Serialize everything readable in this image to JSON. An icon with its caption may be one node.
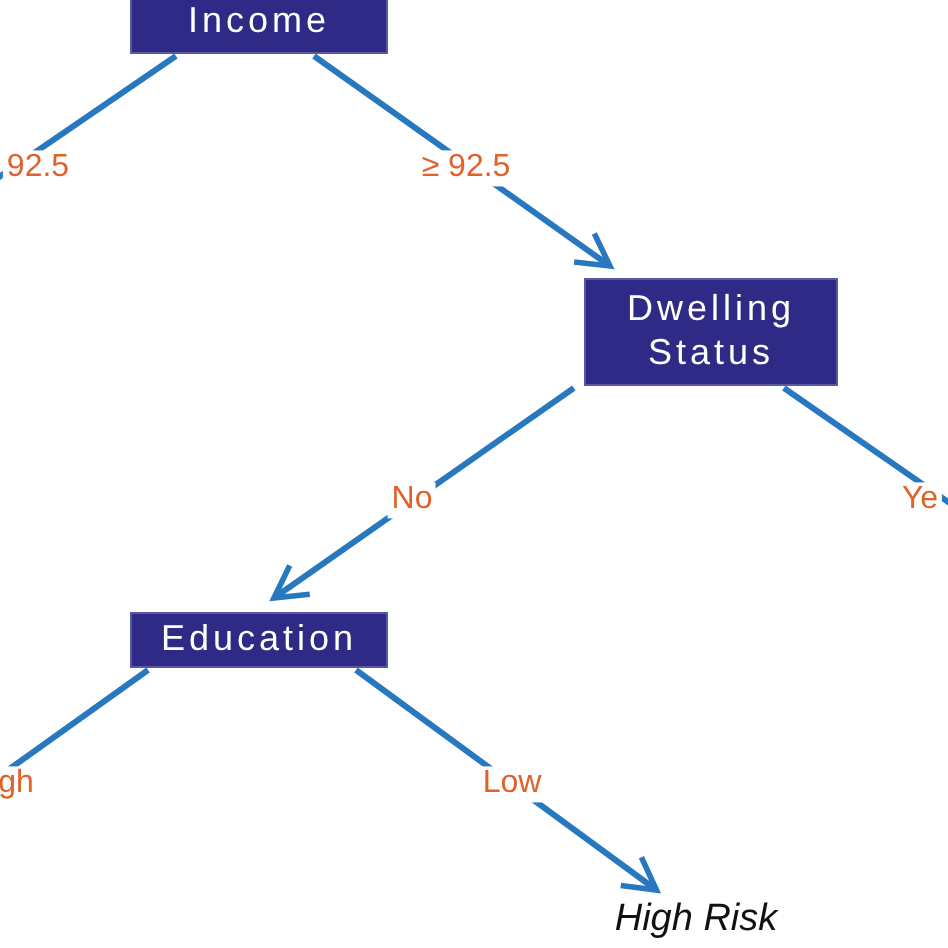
{
  "diagram": {
    "nodes": [
      {
        "text": [
          "Income"
        ]
      },
      {
        "text": [
          "Dwelling Status"
        ]
      },
      {
        "text": [
          "Education"
        ]
      },
      {
        "text": [
          "High Risk"
        ]
      }
    ],
    "edges": [
      {
        "from": 0,
        "to": null,
        "arrow": "none",
        "label": "92.5"
      },
      {
        "from": 0,
        "to": 1,
        "arrow": "to",
        "label": "≥ 92.5"
      },
      {
        "from": 1,
        "to": 2,
        "arrow": "to",
        "label": "No"
      },
      {
        "from": 1,
        "to": null,
        "arrow": "none",
        "label": "Ye"
      },
      {
        "from": 2,
        "to": null,
        "arrow": "none",
        "label": "gh"
      },
      {
        "from": 2,
        "to": 3,
        "arrow": "to",
        "label": "Low"
      }
    ]
  }
}
